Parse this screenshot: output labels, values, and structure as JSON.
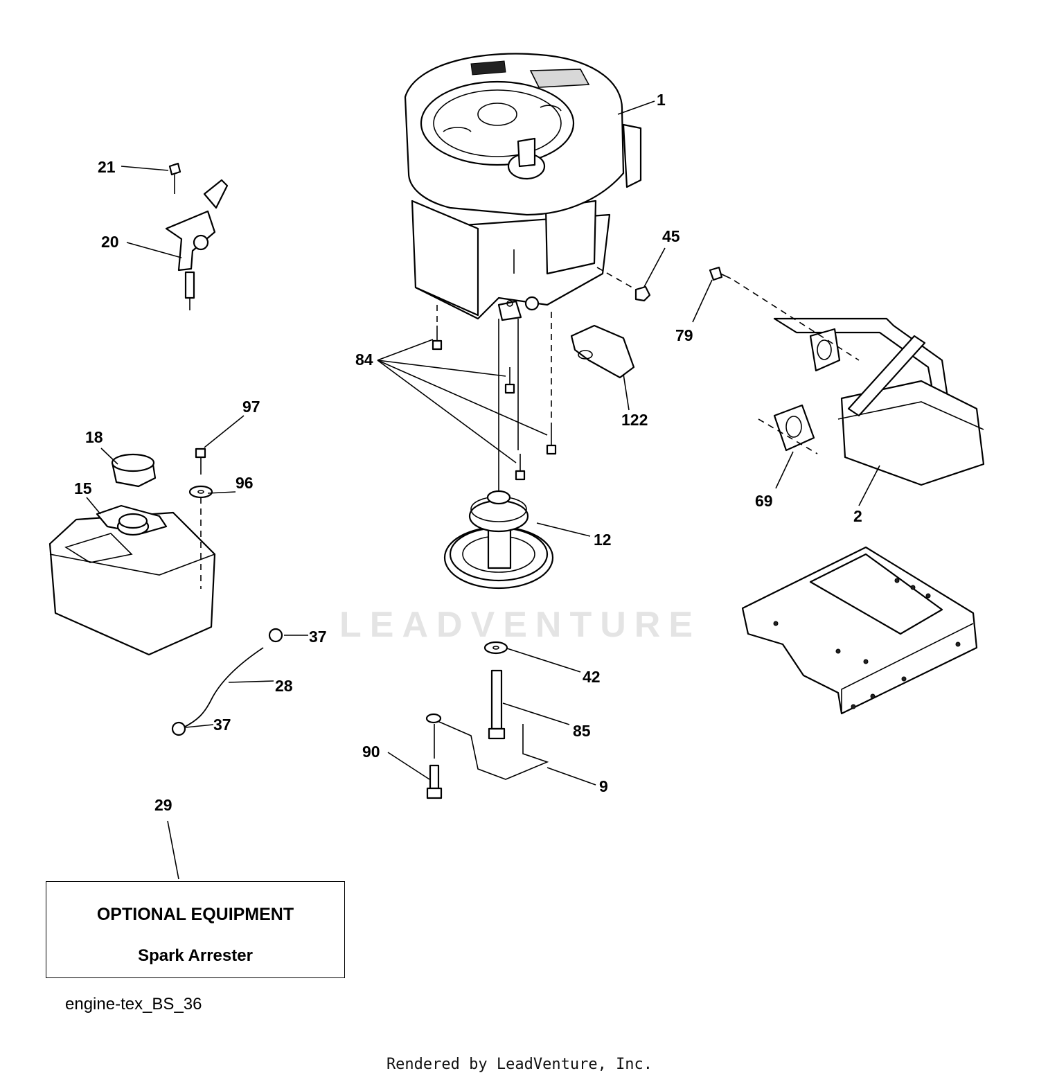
{
  "watermark": "LEADVENTURE",
  "callouts": [
    {
      "id": "c-1",
      "label": "1"
    },
    {
      "id": "c-2",
      "label": "2"
    },
    {
      "id": "c-9",
      "label": "9"
    },
    {
      "id": "c-12",
      "label": "12"
    },
    {
      "id": "c-15",
      "label": "15"
    },
    {
      "id": "c-18",
      "label": "18"
    },
    {
      "id": "c-20",
      "label": "20"
    },
    {
      "id": "c-21",
      "label": "21"
    },
    {
      "id": "c-28",
      "label": "28"
    },
    {
      "id": "c-29",
      "label": "29"
    },
    {
      "id": "c-37a",
      "label": "37"
    },
    {
      "id": "c-37b",
      "label": "37"
    },
    {
      "id": "c-42",
      "label": "42"
    },
    {
      "id": "c-45",
      "label": "45"
    },
    {
      "id": "c-69",
      "label": "69"
    },
    {
      "id": "c-79",
      "label": "79"
    },
    {
      "id": "c-84",
      "label": "84"
    },
    {
      "id": "c-85",
      "label": "85"
    },
    {
      "id": "c-90",
      "label": "90"
    },
    {
      "id": "c-96",
      "label": "96"
    },
    {
      "id": "c-97",
      "label": "97"
    },
    {
      "id": "c-122",
      "label": "122"
    }
  ],
  "optional_box": {
    "title": "OPTIONAL EQUIPMENT",
    "subtitle": "Spark Arrester"
  },
  "diagram_id": "engine-tex_BS_36",
  "footer": "Rendered by LeadVenture, Inc."
}
